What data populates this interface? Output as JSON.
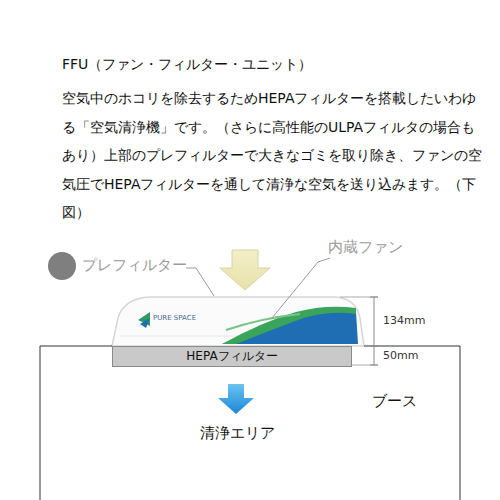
{
  "diagram": {
    "title": "FFU（ファン・フィルター・ユニット）",
    "nodes": [
      {
        "text": [
          "HEPAフィルター"
        ]
      }
    ],
    "edges": [],
    "labels": [
      "空気中のホコリを除去するためHEPAフィルターを搭載したいわゆる「空気清浄機」です。（さらに高性能のULPAフィルタの場合もあり）上部のプレフィルターで大きなゴミを取り除き、ファンの空気圧でHEPAフィルターを通して清浄な空気を送り込みます。（下図）",
      "プレフィルター",
      "内蔵ファン",
      "PURE SPACE",
      "134mm",
      "50mm",
      "ブース",
      "清浄エリア"
    ]
  }
}
